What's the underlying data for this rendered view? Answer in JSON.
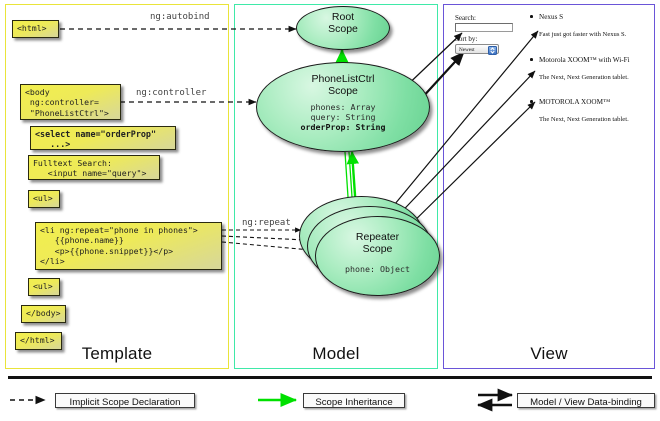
{
  "panels": {
    "template": {
      "title": "Template"
    },
    "model": {
      "title": "Model"
    },
    "view": {
      "title": "View"
    }
  },
  "template_code": [
    {
      "id": "html-open",
      "text": "<html>"
    },
    {
      "id": "body-open",
      "text": "<body\n ng:controller=\n \"PhoneListCtrl\">"
    },
    {
      "id": "select-tag",
      "text": "<select name=\"orderProp\"\n   ...>"
    },
    {
      "id": "fulltext",
      "text": "Fulltext Search:\n   <input name=\"query\">"
    },
    {
      "id": "ul-open",
      "text": "<ul>"
    },
    {
      "id": "li-repeat",
      "text": "<li ng:repeat=\"phone in phones\">\n   {{phone.name}}\n   <p>{{phone.snippet}}</p>\n</li>"
    },
    {
      "id": "ul-close",
      "text": "<ul>"
    },
    {
      "id": "body-close",
      "text": "</body>"
    },
    {
      "id": "html-close",
      "text": "</html>"
    }
  ],
  "wire_labels": {
    "autobind": "ng:autobind",
    "controller": "ng:controller",
    "repeat": "ng:repeat"
  },
  "scopes": [
    {
      "id": "root",
      "line1": "Root",
      "line2": "Scope",
      "props": []
    },
    {
      "id": "ctrl",
      "line1": "PhoneListCtrl",
      "line2": "Scope",
      "props": [
        {
          "text": "phones: Array",
          "bold": false
        },
        {
          "text": "query: String",
          "bold": false
        },
        {
          "text": "orderProp: String",
          "bold": true
        }
      ]
    },
    {
      "id": "repeater",
      "line1": "Repeater",
      "line2": "Scope",
      "props": [
        {
          "text": "phone: Object",
          "bold": false
        }
      ]
    }
  ],
  "view": {
    "search_label": "Search:",
    "search_value": "",
    "sort_label": "Sort by:",
    "sort_selected": "Newest",
    "phones": [
      {
        "name": "Nexus S",
        "snippet": "Fast just got faster with Nexus S."
      },
      {
        "name": "Motorola XOOM™  with Wi-Fi",
        "snippet": "The Next, Next Generation tablet."
      },
      {
        "name": "MOTOROLA XOOM™",
        "snippet": "The Next, Next Generation tablet."
      }
    ]
  },
  "legend": [
    {
      "id": "implicit",
      "label": "Implicit Scope Declaration",
      "style": "dashed-arrow",
      "color": "#111111"
    },
    {
      "id": "inheritance",
      "label": "Scope Inheritance",
      "style": "solid-arrow",
      "color": "#00e000"
    },
    {
      "id": "databinding",
      "label": "Model / View Data-binding",
      "style": "double-arrow",
      "color": "#111111"
    }
  ],
  "colors": {
    "template_border": "#e9e43a",
    "model_border": "#3fe9a8",
    "view_border": "#6a55d8",
    "code_fill": "#f2ef4e",
    "scope_fill": "#7fdfa4",
    "inheritance": "#00e000"
  }
}
